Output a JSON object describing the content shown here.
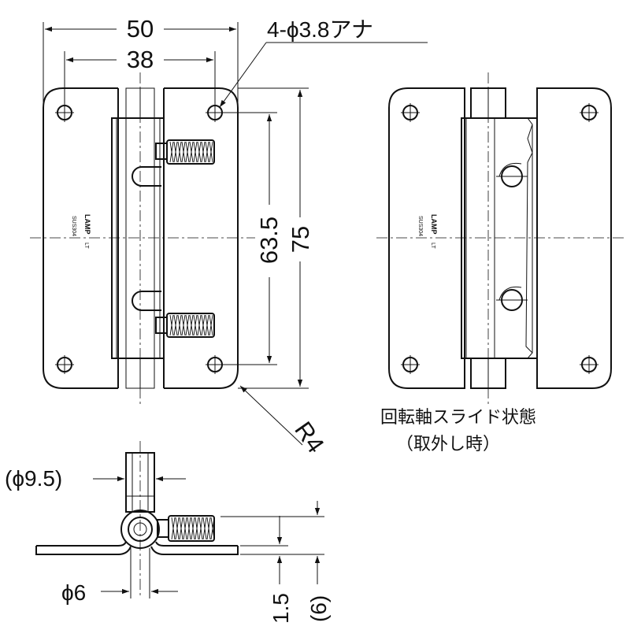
{
  "dimensions": {
    "overall_width": "50",
    "hole_pitch_width": "38",
    "hole_note": "4-ϕ3.8アナ",
    "hole_pitch_height": "63.5",
    "overall_height": "75",
    "corner_radius": "R4",
    "pin_diameter": "(ϕ9.5)",
    "shaft_diameter": "ϕ6",
    "plate_thickness": "1.5",
    "total_height": "(6)"
  },
  "captions": {
    "slide_state_line1": "回転軸スライド状態",
    "slide_state_line2": "（取外し時）"
  },
  "markings": {
    "brand": "LAMP",
    "brand_suffix": "LT",
    "material": "SUS304"
  }
}
